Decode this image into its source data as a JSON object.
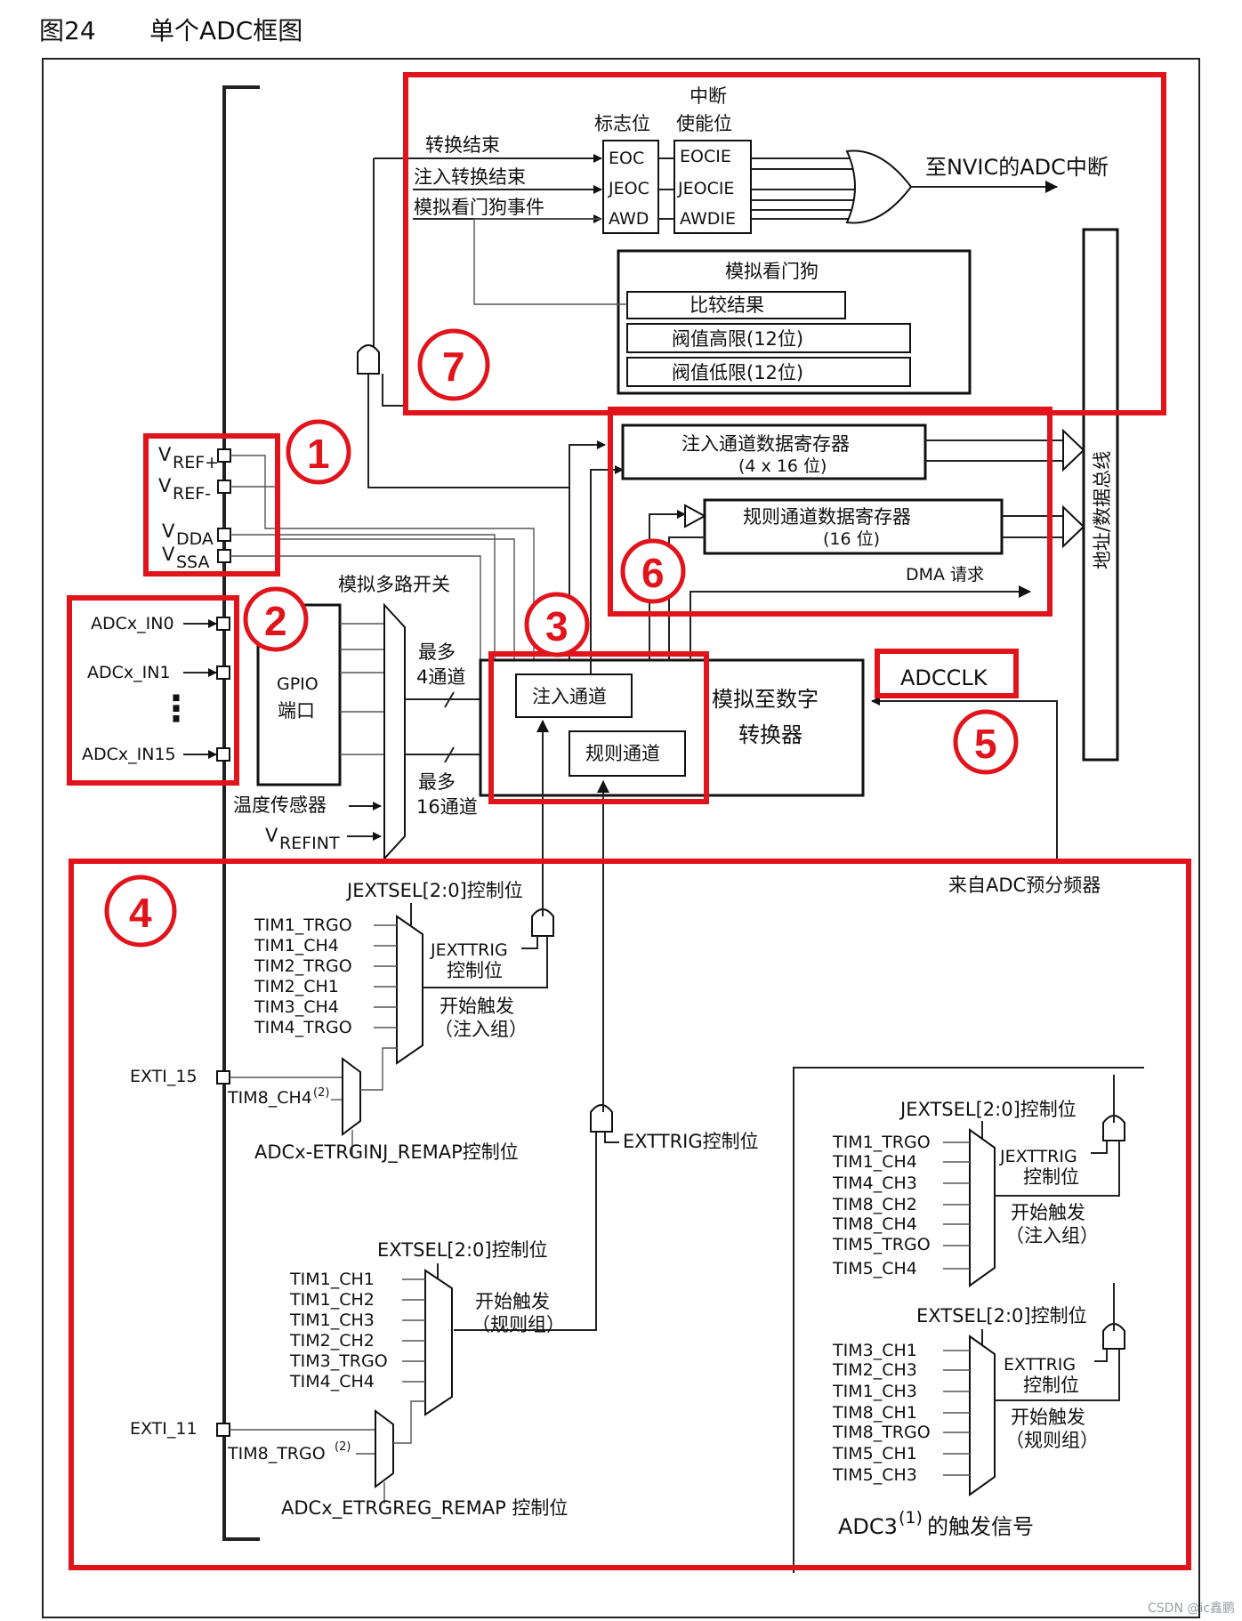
{
  "header": {
    "figure_no": "图24",
    "title": "单个ADC框图"
  },
  "badges": [
    "1",
    "2",
    "3",
    "4",
    "5",
    "6",
    "7"
  ],
  "interrupt": {
    "heading_top": "中断",
    "flag_label": "标志位",
    "enable_label": "使能位",
    "signals": [
      "转换结束",
      "注入转换结束",
      "模拟看门狗事件"
    ],
    "flags": [
      "EOC",
      "JEOC",
      "AWD"
    ],
    "enables": [
      "EOCIE",
      "JEOCIE",
      "AWDIE"
    ],
    "output": "至NVIC的ADC中断"
  },
  "watchdog": {
    "title": "模拟看门狗",
    "compare": "比较结果",
    "high": "阀值高限(12位)",
    "low": "阀值低限(12位)"
  },
  "bus_label": "地址/数据总线",
  "pins": {
    "vref_plus": "V",
    "vref_plus_sub": "REF+",
    "vref_minus": "V",
    "vref_minus_sub": "REF-",
    "vdda": "V",
    "vdda_sub": "DDA",
    "vssa": "V",
    "vssa_sub": "SSA",
    "in0": "ADCx_IN0",
    "in1": "ADCx_IN1",
    "dots": "⋮",
    "in15": "ADCx_IN15"
  },
  "gpio": {
    "line1": "GPIO",
    "line2": "端口"
  },
  "mux": {
    "title": "模拟多路开关",
    "temp": "温度传感器",
    "vrefint": "V",
    "vrefint_sub": "REFINT",
    "max4_a": "最多",
    "max4_b": "4通道",
    "max16_a": "最多",
    "max16_b": "16通道"
  },
  "registers": {
    "inj_reg": "注入通道数据寄存器",
    "inj_size": "(4 x 16 位)",
    "reg_reg": "规则通道数据寄存器",
    "reg_size": "(16 位)",
    "dma": "DMA 请求"
  },
  "adc": {
    "inj_ch": "注入通道",
    "reg_ch": "规则通道",
    "conv_a": "模拟至数字",
    "conv_b": "转换器",
    "clk": "ADCCLK",
    "prescaler": "来自ADC预分频器"
  },
  "triggers": {
    "jextsel": "JEXTSEL[2:0]控制位",
    "inj_inputs": [
      "TIM1_TRGO",
      "TIM1_CH4",
      "TIM2_TRGO",
      "TIM2_CH1",
      "TIM3_CH4",
      "TIM4_TRGO"
    ],
    "jexttrig_a": "JEXTTRIG",
    "jexttrig_b": "控制位",
    "start_inj_a": "开始触发",
    "start_inj_b": "（注入组）",
    "exti15": "EXTI_15",
    "tim8_ch4": "TIM8_CH4",
    "tim8_ch4_sup": "(2)",
    "etrginj": "ADCx-ETRGINJ_REMAP控制位",
    "exttrig_ctl": "EXTTRIG控制位",
    "extsel": "EXTSEL[2:0]控制位",
    "reg_inputs": [
      "TIM1_CH1",
      "TIM1_CH2",
      "TIM1_CH3",
      "TIM2_CH2",
      "TIM3_TRGO",
      "TIM4_CH4"
    ],
    "start_reg_a": "开始触发",
    "start_reg_b": "（规则组）",
    "exti11": "EXTI_11",
    "tim8_trgo": "TIM8_TRGO",
    "tim8_trgo_sup": "(2)",
    "etrgreg": "ADCx_ETRGREG_REMAP 控制位"
  },
  "adc3": {
    "jextsel": "JEXTSEL[2:0]控制位",
    "inj_inputs": [
      "TIM1_TRGO",
      "TIM1_CH4",
      "TIM4_CH3",
      "TIM8_CH2",
      "TIM8_CH4",
      "TIM5_TRGO",
      "TIM5_CH4"
    ],
    "jexttrig_a": "JEXTTRIG",
    "jexttrig_b": "控制位",
    "start_inj_a": "开始触发",
    "start_inj_b": "（注入组）",
    "extsel": "EXTSEL[2:0]控制位",
    "reg_inputs": [
      "TIM3_CH1",
      "TIM2_CH3",
      "TIM1_CH3",
      "TIM8_CH1",
      "TIM8_TRGO",
      "TIM5_CH1",
      "TIM5_CH3"
    ],
    "exttrig_a": "EXTTRIG",
    "exttrig_b": "控制位",
    "start_reg_a": "开始触发",
    "start_reg_b": "（规则组）",
    "caption_a": "ADC3",
    "caption_sup": "(1)",
    "caption_b": "的触发信号"
  },
  "watermark": "CSDN @ic鑫鹏"
}
